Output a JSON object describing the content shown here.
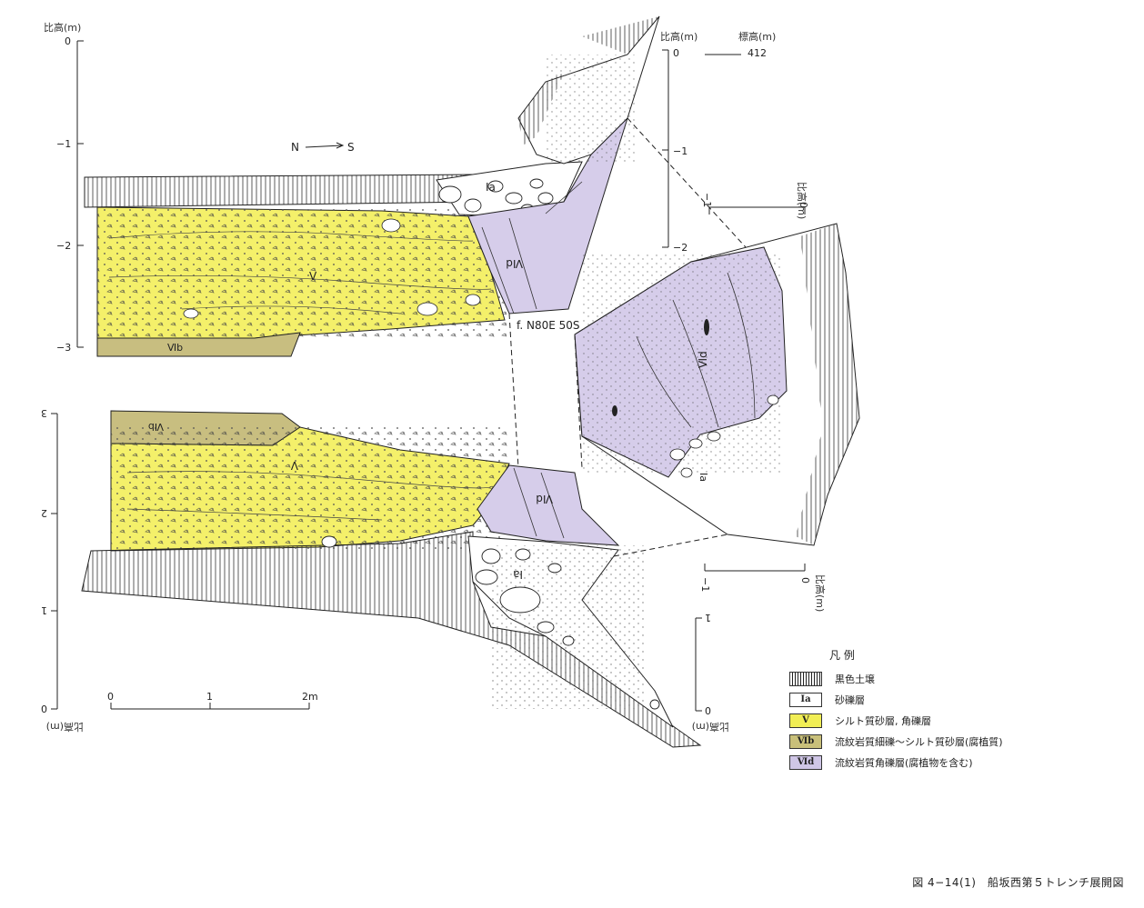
{
  "left_axis": {
    "title": "比高(m)",
    "ticks": [
      "0",
      "−1",
      "−2",
      "−3"
    ]
  },
  "right_top_axis": {
    "title": "比高(m)",
    "ticks": [
      "0",
      "−1",
      "−2"
    ],
    "elev_title": "標高(m)",
    "elev_value": "412"
  },
  "rotated_axis_top": {
    "title": "比高(m)",
    "ticks": [
      "0",
      "−1"
    ]
  },
  "rotated_axis_bottom": {
    "title": "比高(m)",
    "ticks": [
      "0",
      "−1"
    ]
  },
  "bottom_left_axis": {
    "title": "比高(m)",
    "ticks": [
      "0",
      "1",
      "2",
      "3"
    ]
  },
  "bottom_right_axis": {
    "title": "比高(m)",
    "ticks": [
      "0",
      "1"
    ]
  },
  "direction": {
    "n": "N",
    "s": "S"
  },
  "fault_label": "f. N80E 50S",
  "layer_labels": {
    "ia": "Ⅰa",
    "v": "Ⅴ",
    "vib": "Ⅵb",
    "vid": "Ⅵd"
  },
  "scale_bar": {
    "ticks": [
      "0",
      "1",
      "2m"
    ]
  },
  "legend": {
    "title": "凡 例",
    "items": [
      {
        "code": "",
        "label": "黒色土壌",
        "color": "#ffffff"
      },
      {
        "code": "Ⅰa",
        "label": "砂礫層",
        "color": "#ffffff"
      },
      {
        "code": "Ⅴ",
        "label": "シルト質砂層, 角礫層",
        "color": "#f1ee55"
      },
      {
        "code": "Ⅵb",
        "label": "流紋岩質細礫〜シルト質砂層(腐植質)",
        "color": "#c9c07a"
      },
      {
        "code": "Ⅵd",
        "label": "流紋岩質角礫層(腐植物を含む)",
        "color": "#cfc6e6"
      }
    ]
  },
  "caption": "図 4−14(1)　船坂西第５トレンチ展開図",
  "colors": {
    "v": "#f4f06a",
    "vib": "#c8be80",
    "vid": "#d6cdea",
    "ink": "#222222"
  }
}
